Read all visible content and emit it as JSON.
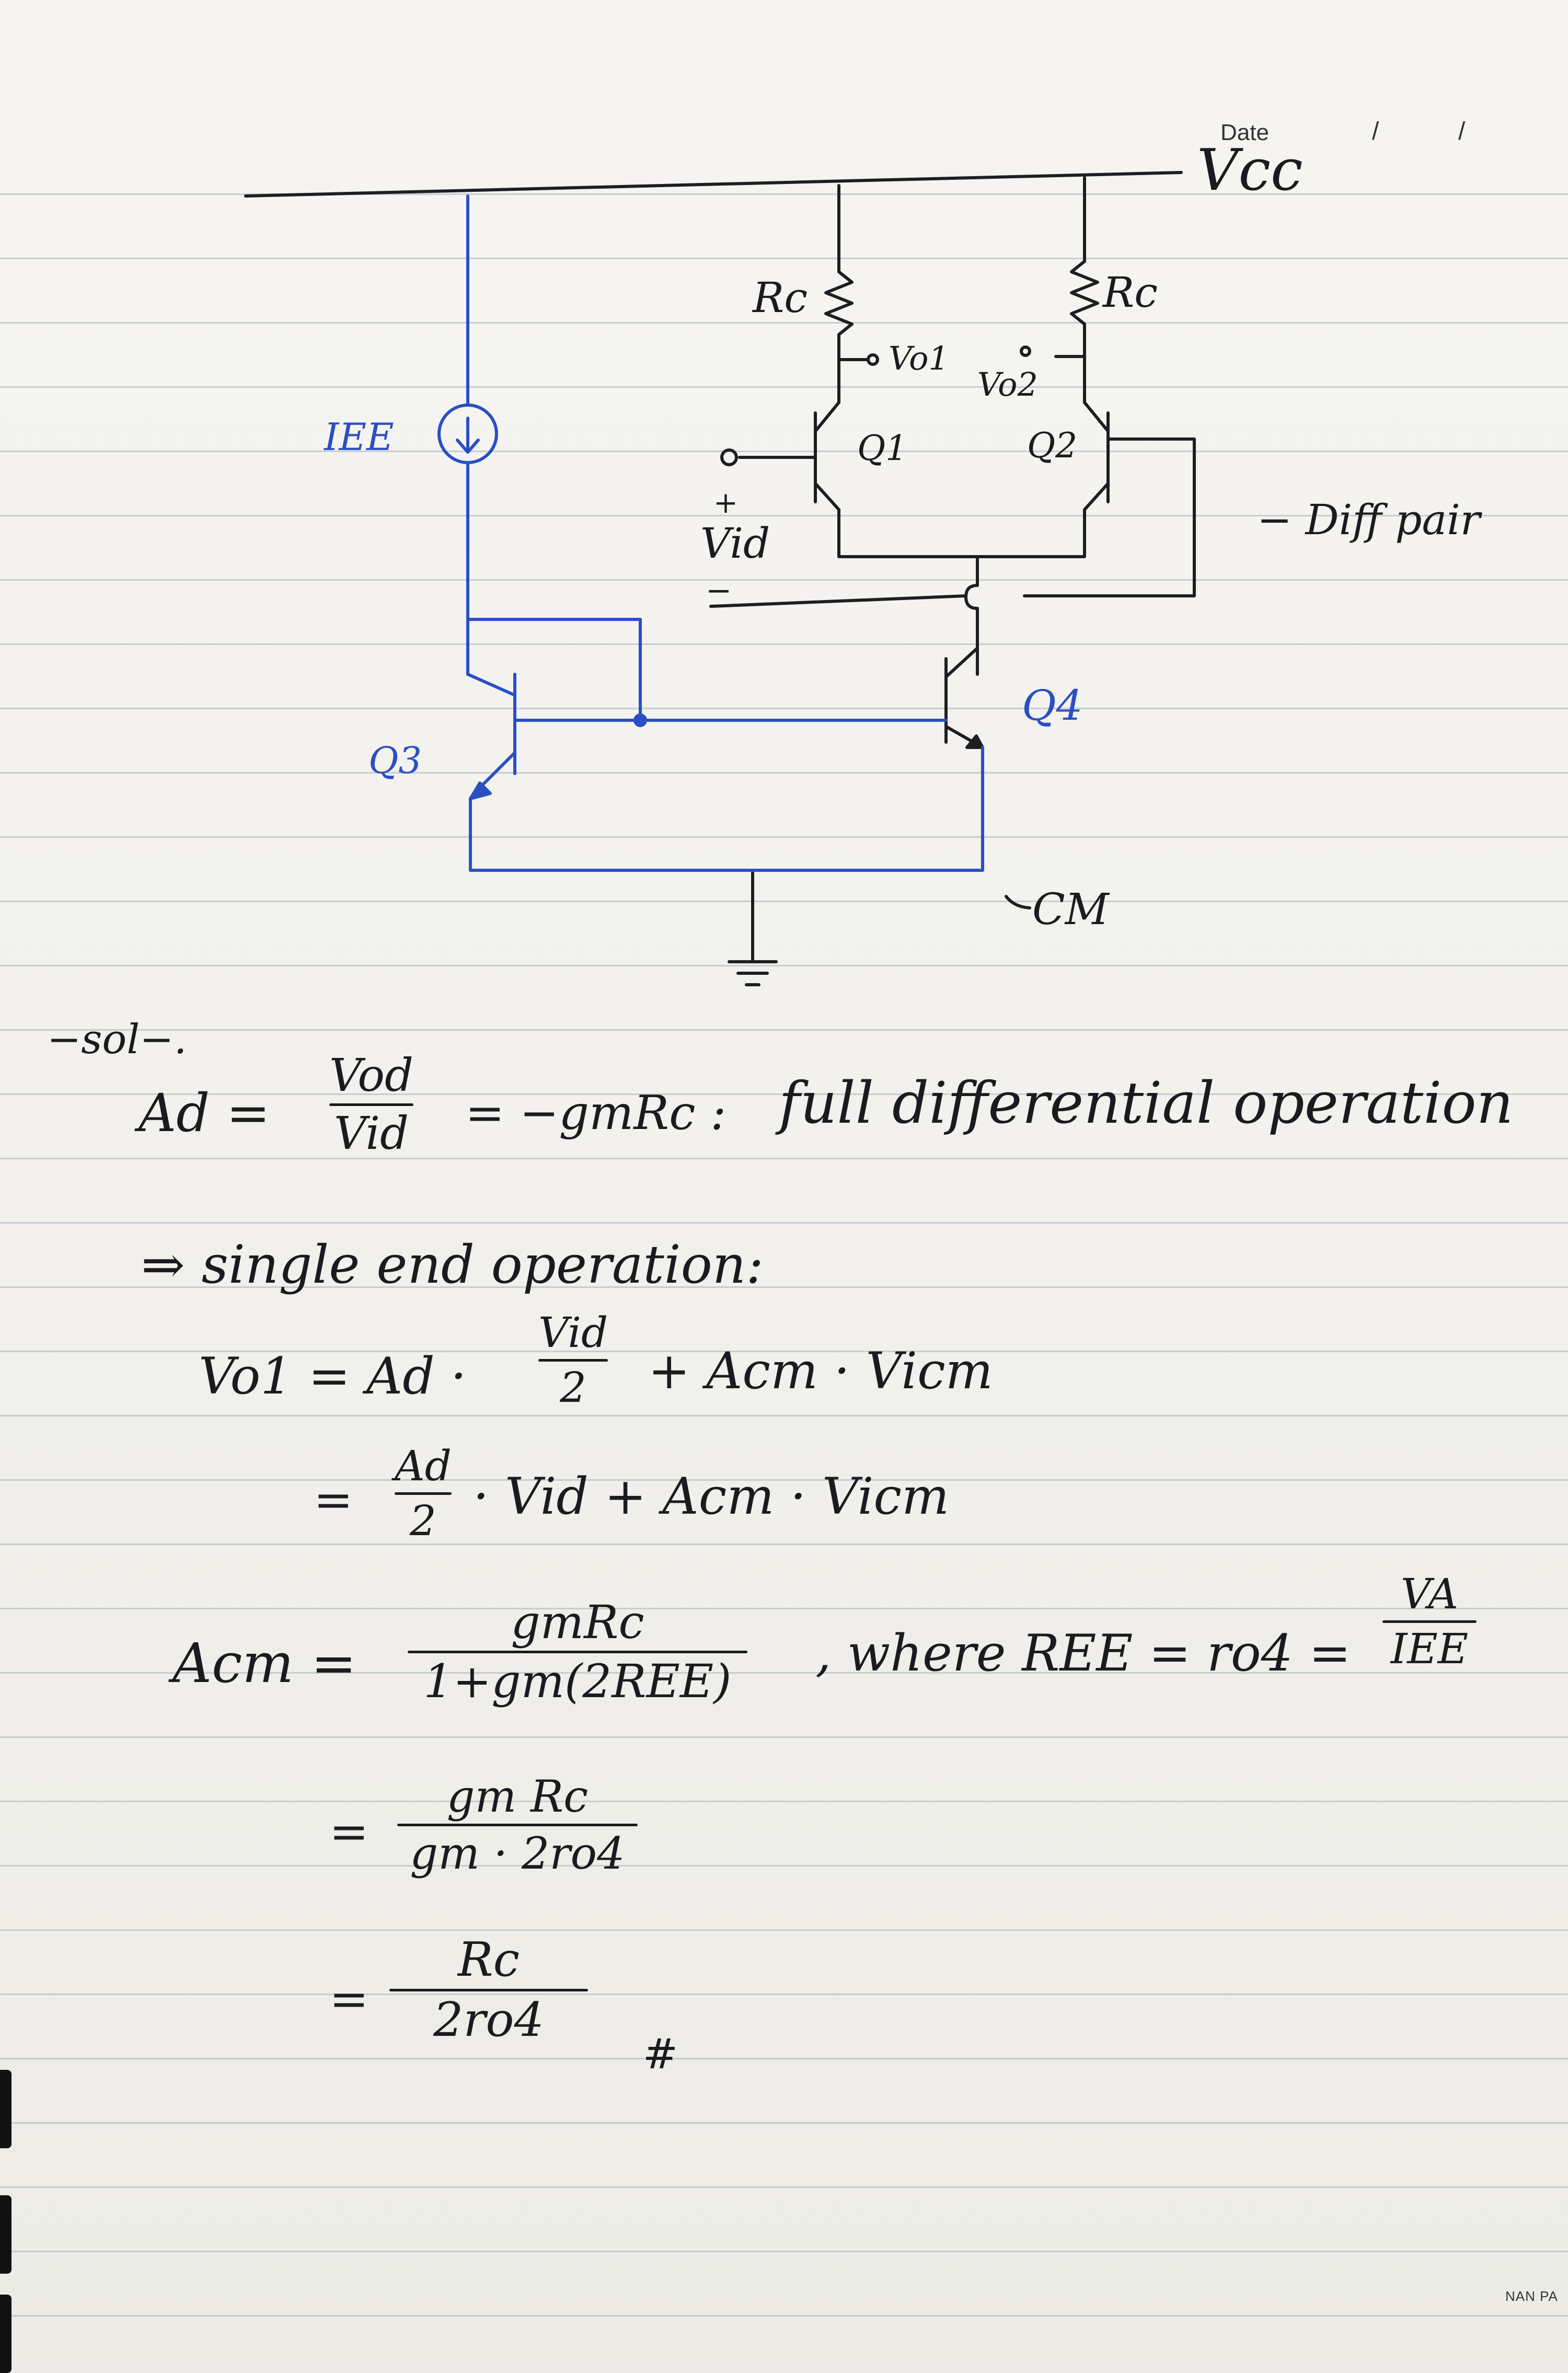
{
  "header": {
    "date_label": "Date",
    "date_slashes": [
      "/",
      "/"
    ]
  },
  "circuit": {
    "vcc": "Vcc",
    "rc_left": "Rc",
    "rc_right": "Rc",
    "vo1": "Vo1",
    "vo2": "Vo2",
    "q1": "Q1",
    "q2": "Q2",
    "q3": "Q3",
    "q4": "Q4",
    "iee": "IEE",
    "vid_plus": "+",
    "vid": "Vid",
    "vid_minus": "−",
    "diff_pair": "− Diff pair",
    "cm": "CM"
  },
  "solution": {
    "sol_label": "−sol−.",
    "ad_lhs": "Ad =",
    "ad_num": "Vod",
    "ad_den": "Vid",
    "ad_rhs": "= −gmRc :",
    "full_diff": "full differential operation",
    "single_end": "⇒ single end operation:",
    "vo1_lhs": "Vo1 = Ad ·",
    "vo1_num": "Vid",
    "vo1_den": "2",
    "vo1_rhs": "+ Acm · Vicm",
    "line2_eq": "=",
    "line2_num": "Ad",
    "line2_den": "2",
    "line2_rhs": "· Vid + Acm · Vicm",
    "acm_lhs": "Acm =",
    "acm_num1": "gmRc",
    "acm_den1": "1+gm(2REE)",
    "where": ", where REE = ro4 =",
    "va": "VA",
    "iee_den": "IEE",
    "eq2": "=",
    "acm_num2": "gm Rc",
    "acm_den2": "gm · 2ro4",
    "eq3": "=",
    "acm_num3": "Rc",
    "acm_den3": "2ro4",
    "end_mark": "#"
  },
  "footer": {
    "brand": "NAN PA"
  },
  "colors": {
    "ink": "#1b1b1f",
    "blue_ink": "#2a4fc4",
    "paper": "#f4f3ef",
    "rule": "#b9c0c6"
  }
}
